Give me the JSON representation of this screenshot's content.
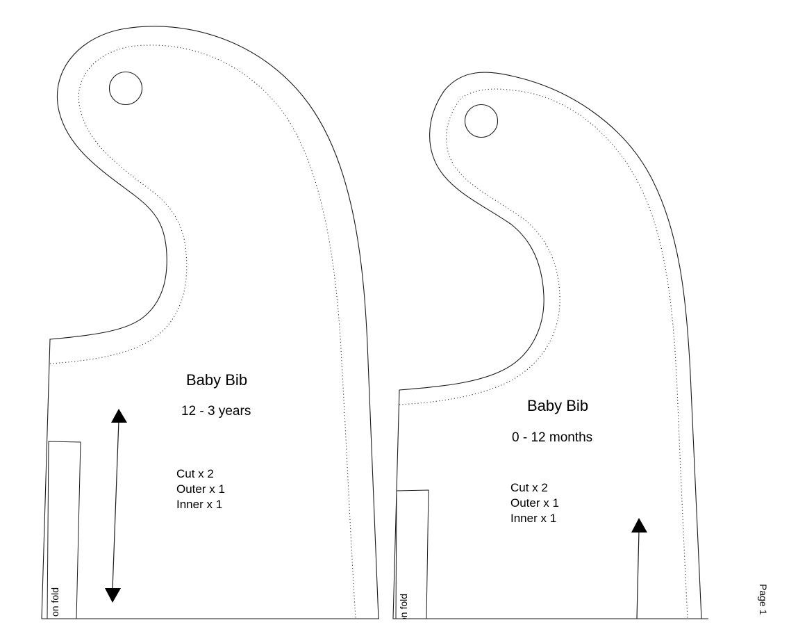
{
  "document": {
    "page_label": "Page 1",
    "colors": {
      "line": "#1a1a1a",
      "background": "#ffffff"
    }
  },
  "pieces": [
    {
      "title": "Baby Bib",
      "size": "12 - 3 years",
      "cut_instructions": [
        "Cut x 2",
        "Outer x 1",
        "Inner x 1"
      ],
      "fold_label": "on fold",
      "grain_arrow": "double-headed"
    },
    {
      "title": "Baby Bib",
      "size": "0 - 12 months",
      "cut_instructions": [
        "Cut x 2",
        "Outer x 1",
        "Inner x 1"
      ],
      "fold_label": "on fold",
      "grain_arrow": "single-headed-up"
    }
  ]
}
